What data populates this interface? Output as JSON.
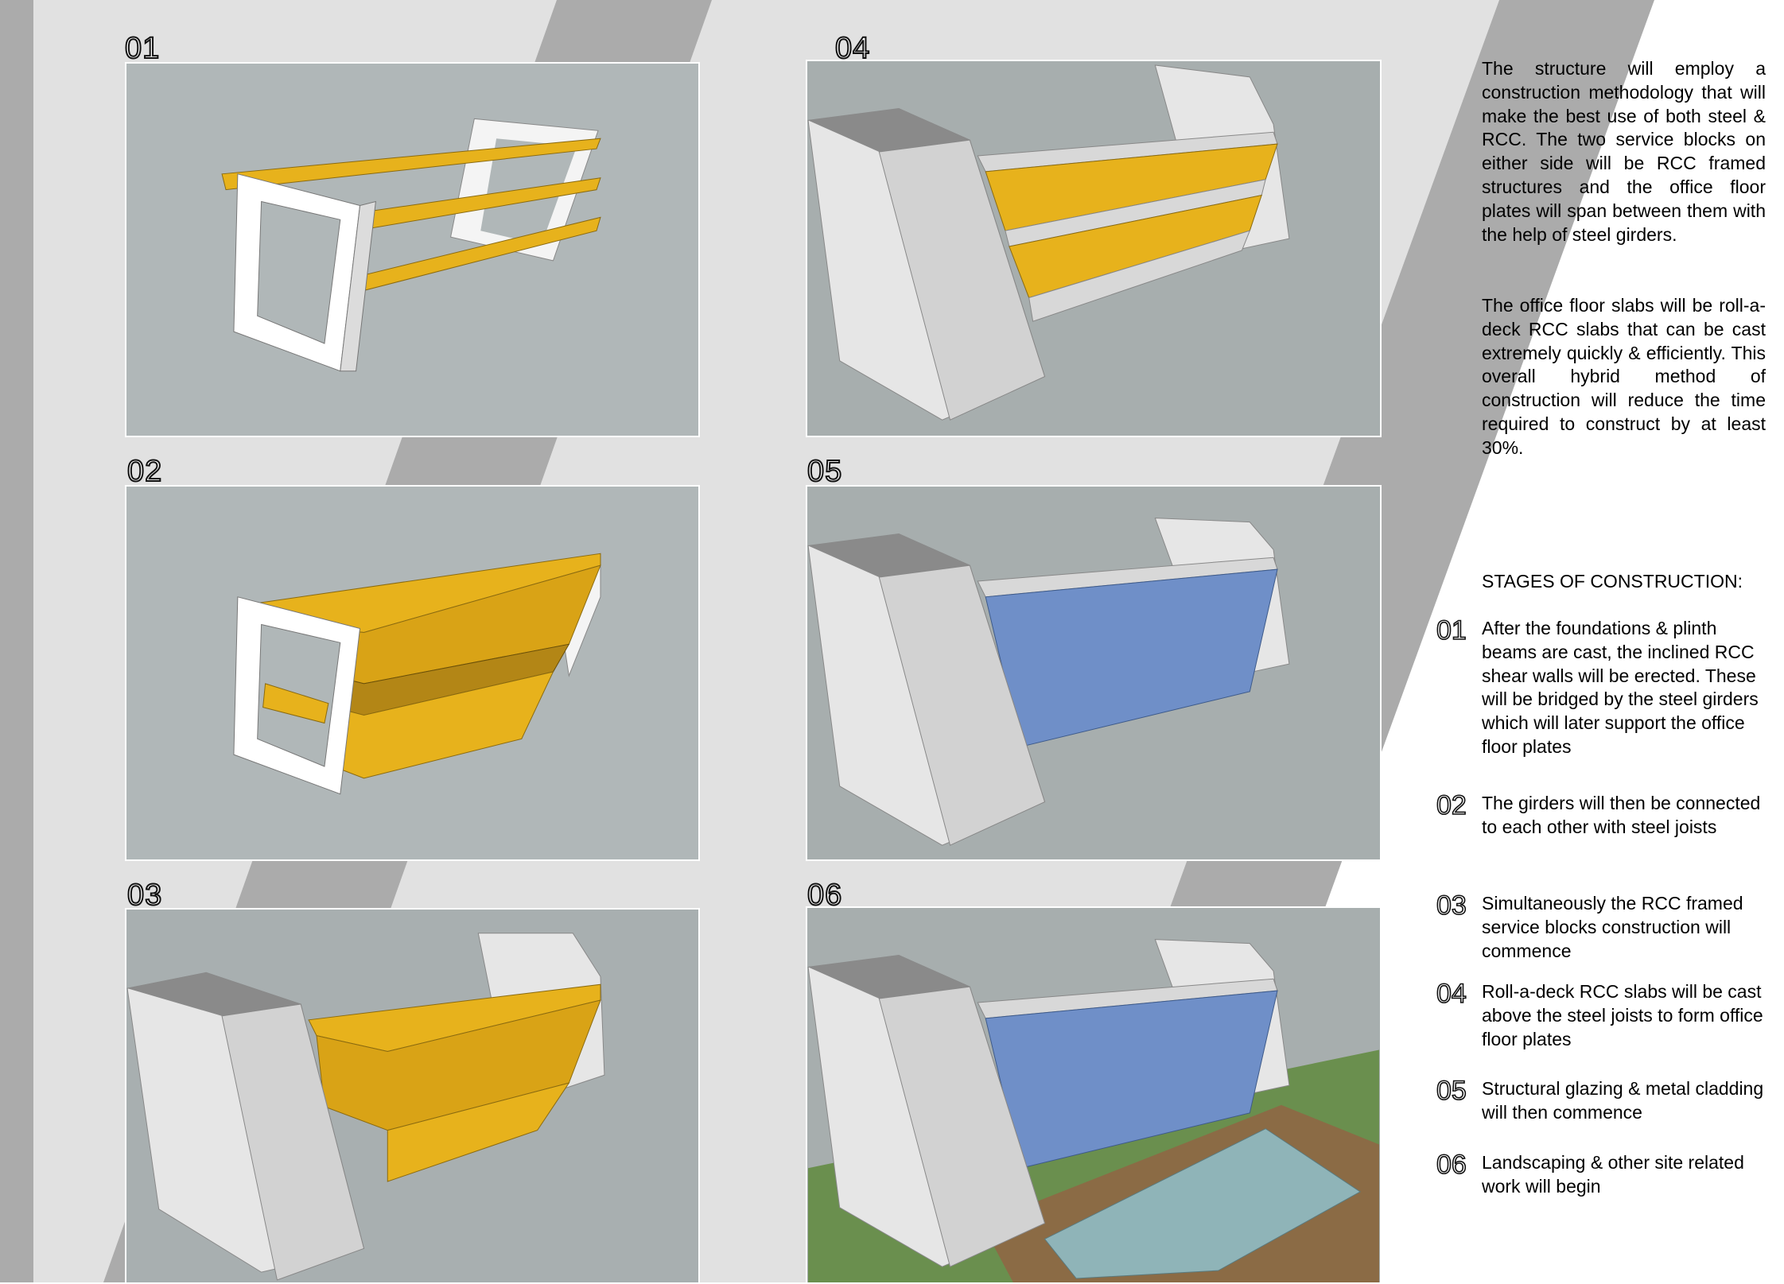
{
  "panels": [
    {
      "number": "01"
    },
    {
      "number": "02"
    },
    {
      "number": "03"
    },
    {
      "number": "04"
    },
    {
      "number": "05"
    },
    {
      "number": "06"
    }
  ],
  "intro_paragraph_1": "The structure will employ a construction methodology that will make the best use of both steel & RCC. The two service blocks on either side will be RCC framed structures and the office floor plates will span between them  with the help of steel girders.",
  "intro_paragraph_2": "The office floor slabs will be roll-a-deck RCC slabs that can be cast extremely quickly & efficiently. This overall hybrid method of construction will reduce the time required to construct by at least 30%.",
  "stages_heading": "STAGES OF CONSTRUCTION:",
  "stages": [
    {
      "number": "01",
      "text": "After the foundations & plinth beams are cast, the inclined RCC shear walls will be erected. These will be bridged by the steel girders which will later support the office floor plates"
    },
    {
      "number": "02",
      "text": "The girders will then be connected to each other with steel joists"
    },
    {
      "number": "03",
      "text": "Simultaneously the RCC framed service blocks construction will commence"
    },
    {
      "number": "04",
      "text": "Roll-a-deck RCC slabs will be cast above the steel joists to form office floor plates"
    },
    {
      "number": "05",
      "text": "Structural glazing & metal cladding will then commence"
    },
    {
      "number": "06",
      "text": "Landscaping & other site related work will begin"
    }
  ],
  "colors": {
    "panel_bg": "#a9b0b1",
    "girder": "#e7b21c",
    "band_dark": "#ababab",
    "band_light": "#e1e1e1",
    "glass": "#6f8fc8",
    "grass": "#6a8f4e",
    "pond": "#8fb4b8"
  }
}
